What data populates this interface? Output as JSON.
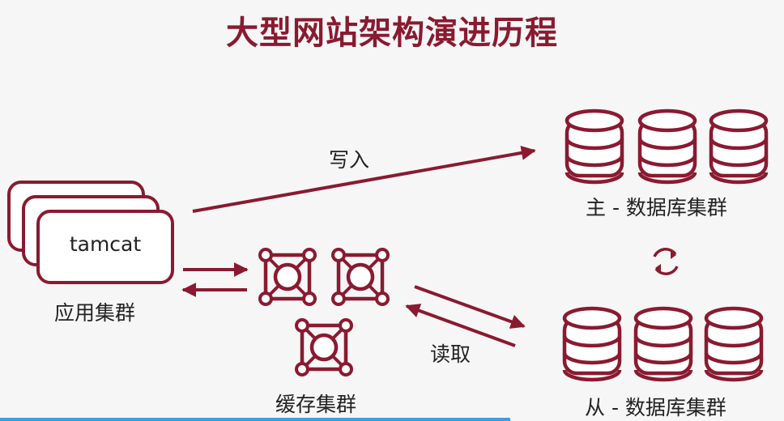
{
  "title": "大型网站架构演进历程",
  "app_cluster": {
    "node_label": "tamcat",
    "label": "应用集群"
  },
  "cache_cluster": {
    "label": "缓存集群"
  },
  "master_db": {
    "label": "主 - 数据库集群"
  },
  "slave_db": {
    "label": "从 - 数据库集群"
  },
  "edges": {
    "write": "写入",
    "read": "读取"
  },
  "colors": {
    "accent": "#8a1a30",
    "progress": "#3aa0e0"
  },
  "icons": [
    "server-card-icon",
    "cache-node-icon",
    "database-icon",
    "sync-icon",
    "arrow-icon"
  ]
}
